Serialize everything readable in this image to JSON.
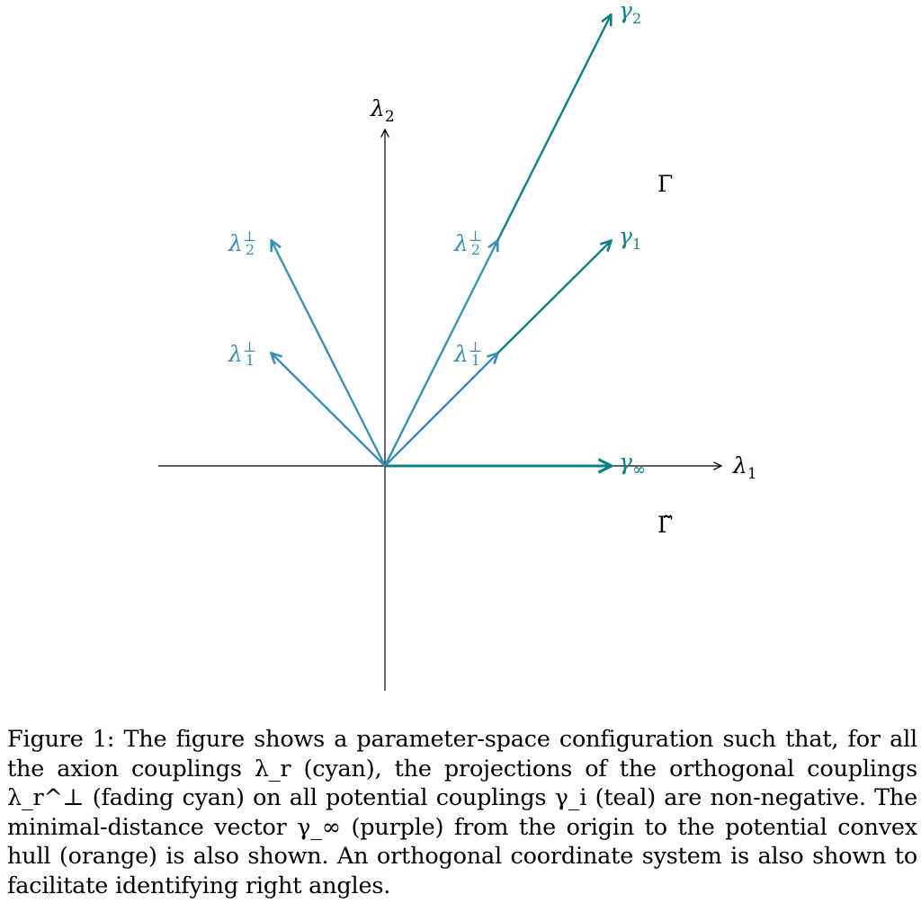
{
  "colors": {
    "axis": "#000000",
    "axion_perp": "#3a8fb4",
    "potential": "#0f8080"
  },
  "axes": {
    "x_label_base": "λ",
    "x_label_sub": "1",
    "y_label_base": "λ",
    "y_label_sub": "2"
  },
  "regions": {
    "gamma": "Γ",
    "gamma_tilde": "Γ̃"
  },
  "vectors": {
    "lambda1_perp_left": {
      "base": "λ",
      "sub": "1",
      "sup": "⊥"
    },
    "lambda2_perp_left": {
      "base": "λ",
      "sub": "2",
      "sup": "⊥"
    },
    "lambda1_perp_right": {
      "base": "λ",
      "sub": "1",
      "sup": "⊥"
    },
    "lambda2_perp_right": {
      "base": "λ",
      "sub": "2",
      "sup": "⊥"
    },
    "gamma1": {
      "base": "γ",
      "sub": "1"
    },
    "gamma2": {
      "base": "γ",
      "sub": "2"
    },
    "gamma_inf": {
      "base": "γ",
      "sub": "∞"
    }
  },
  "caption": {
    "label": "Figure 1:",
    "text": "The figure shows a parameter-space configuration such that, for all the axion couplings λ_r (cyan), the projections of the orthogonal couplings λ_r^⊥ (fading cyan) on all potential couplings γ_i (teal) are non-negative. The minimal-distance vector γ_∞ (purple) from the origin to the potential convex hull (orange) is also shown. An orthogonal coordinate system is also shown to facilitate identifying right angles."
  }
}
